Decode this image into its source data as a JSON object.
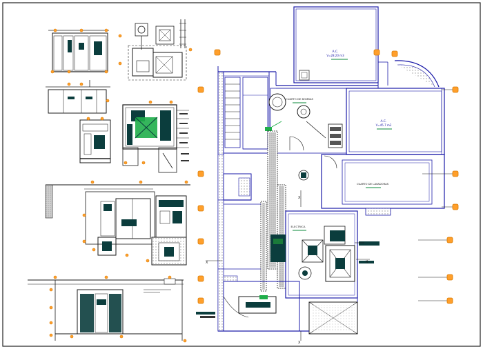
{
  "sheet": {
    "background": "#ffffff",
    "line_color": "#1a1aa8",
    "outline_color": "#1a1a1a",
    "fill_hatch_color": "#b0b0b0",
    "dark_fill_color": "#0b3d3d",
    "accent_green": "#1fae4a",
    "marker_fill": "#ff9f2b",
    "marker_stroke": "#d97a00",
    "label_green": "#0a8a3a"
  },
  "plan_labels": {
    "room_top": "A.C.",
    "room_top_sub": "V=28.20 m3",
    "room_right": "A.C.",
    "room_right_sub": "V=45.7 m3",
    "cuarto_bombas": "CUARTO DE BOMBAS",
    "cuarto_lavadoras": "CUARTO DE LAVADORAS",
    "electrica": "ELECTRICA",
    "x_mark": "X"
  }
}
